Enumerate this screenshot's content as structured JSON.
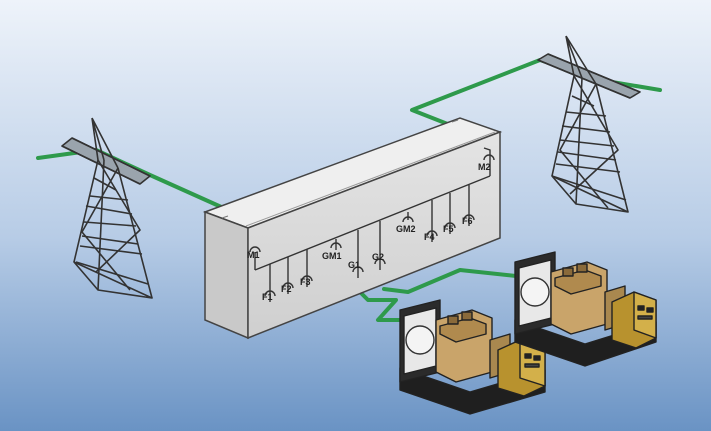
{
  "breakers": {
    "m1": "M1",
    "m2": "M2",
    "gm1": "GM1",
    "gm2": "GM2",
    "g1": "G1",
    "g2": "G2",
    "f1": "F1",
    "f2": "F2",
    "f3": "F3",
    "f4": "F4",
    "f5": "F5",
    "f6": "F6"
  },
  "colors": {
    "background_top": "#e9f0f8",
    "background_bottom": "#6f97c6",
    "power_line": "#2e9a4b",
    "tower": "#3a3a3a",
    "switchgear_front": "#d8d8d8",
    "switchgear_top": "#ececec",
    "generator_frame": "#2b2b2b",
    "generator_body": "#c9a46a",
    "control_panel": "#b8922e"
  },
  "icons": {
    "tower_left": "transmission-tower-icon",
    "tower_right": "transmission-tower-icon",
    "switchgear": "switchgear-icon",
    "generator_1": "generator-icon",
    "generator_2": "generator-icon"
  }
}
